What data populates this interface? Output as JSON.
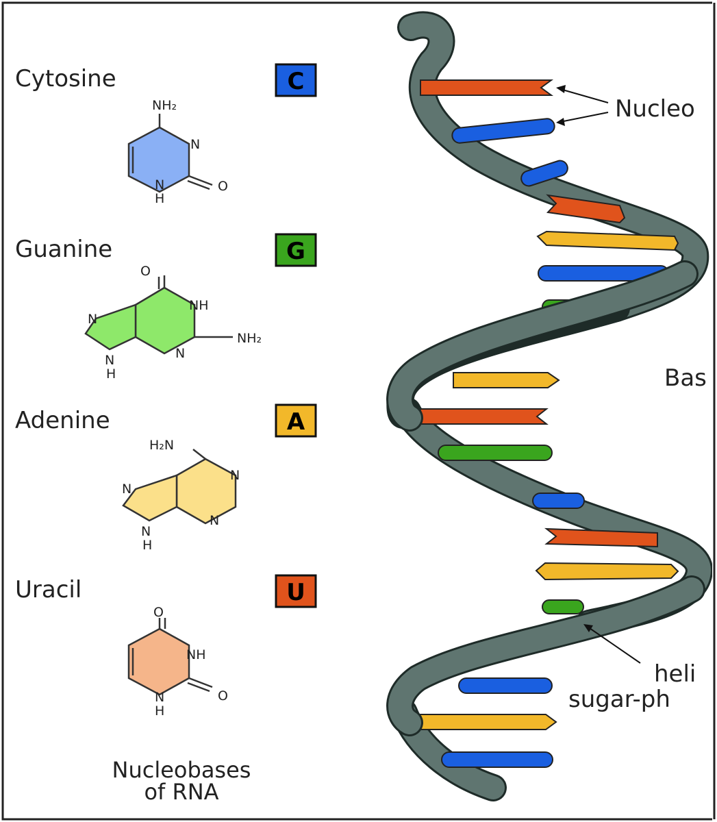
{
  "nucleobases": [
    {
      "name": "Cytosine",
      "letter": "C",
      "badge_color": "#1a5fe0",
      "fill_color": "#8ab0f5",
      "atoms": {
        "nh2": "NH₂",
        "n": "N",
        "nh": "N",
        "h": "H",
        "o": "O"
      }
    },
    {
      "name": "Guanine",
      "letter": "G",
      "badge_color": "#3aa51e",
      "fill_color": "#8ee86a",
      "atoms": {
        "o": "O",
        "nh": "NH",
        "nh2": "NH₂",
        "n1": "N",
        "n2": "N",
        "n3": "N",
        "h": "H"
      }
    },
    {
      "name": "Adenine",
      "letter": "A",
      "badge_color": "#f2b82a",
      "fill_color": "#fbe08a",
      "atoms": {
        "h2n": "H₂N",
        "n1": "N",
        "n2": "N",
        "n3": "N",
        "n4": "N",
        "h": "H"
      }
    },
    {
      "name": "Uracil",
      "letter": "U",
      "badge_color": "#e0531c",
      "fill_color": "#f5b58a",
      "atoms": {
        "o1": "O",
        "nh": "NH",
        "o2": "O",
        "n": "N",
        "h": "H"
      }
    }
  ],
  "footer": {
    "line1": "Nucleobases",
    "line2": "of RNA"
  },
  "labels": {
    "nucleotides": "Nucleo",
    "base": "Bas",
    "helix_line1": "heli",
    "helix_line2": "sugar-ph"
  },
  "colors": {
    "ribbon": "#5f7570",
    "ribbon_edge": "#1e2b28",
    "cytosine": "#1a5fe0",
    "guanine": "#3aa51e",
    "adenine": "#f2b82a",
    "uracil": "#e0531c"
  }
}
